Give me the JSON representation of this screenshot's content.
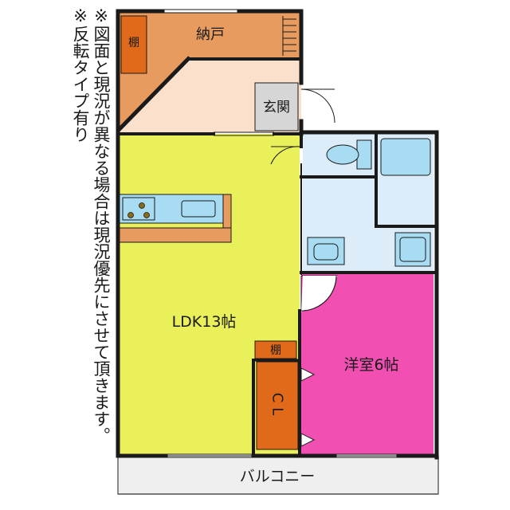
{
  "notes": {
    "line1": "※図面と現況が異なる場合は現況優先にさせて頂きます。",
    "line2": "※反転タイプ有り"
  },
  "rooms": {
    "storage": "納戸",
    "storage_shelf": "棚",
    "entrance": "玄関",
    "ldk": "LDK13帖",
    "shelf": "棚",
    "closet": "CL",
    "western_room": "洋室6帖",
    "balcony": "バルコニー"
  },
  "colors": {
    "storage_fill": "#e79b5e",
    "shelf_fill": "#e06a1a",
    "entrance_hall_fill": "#fbe0cc",
    "entrance_floor_fill": "#d6d6d6",
    "ldk_fill": "#eaf05a",
    "western_room_fill": "#f24fb3",
    "wet_area_fill": "#dcecf9",
    "fixture_fill": "#a8dcf2",
    "balcony_fill": "#efefef",
    "wall": "#1a1a1a"
  }
}
